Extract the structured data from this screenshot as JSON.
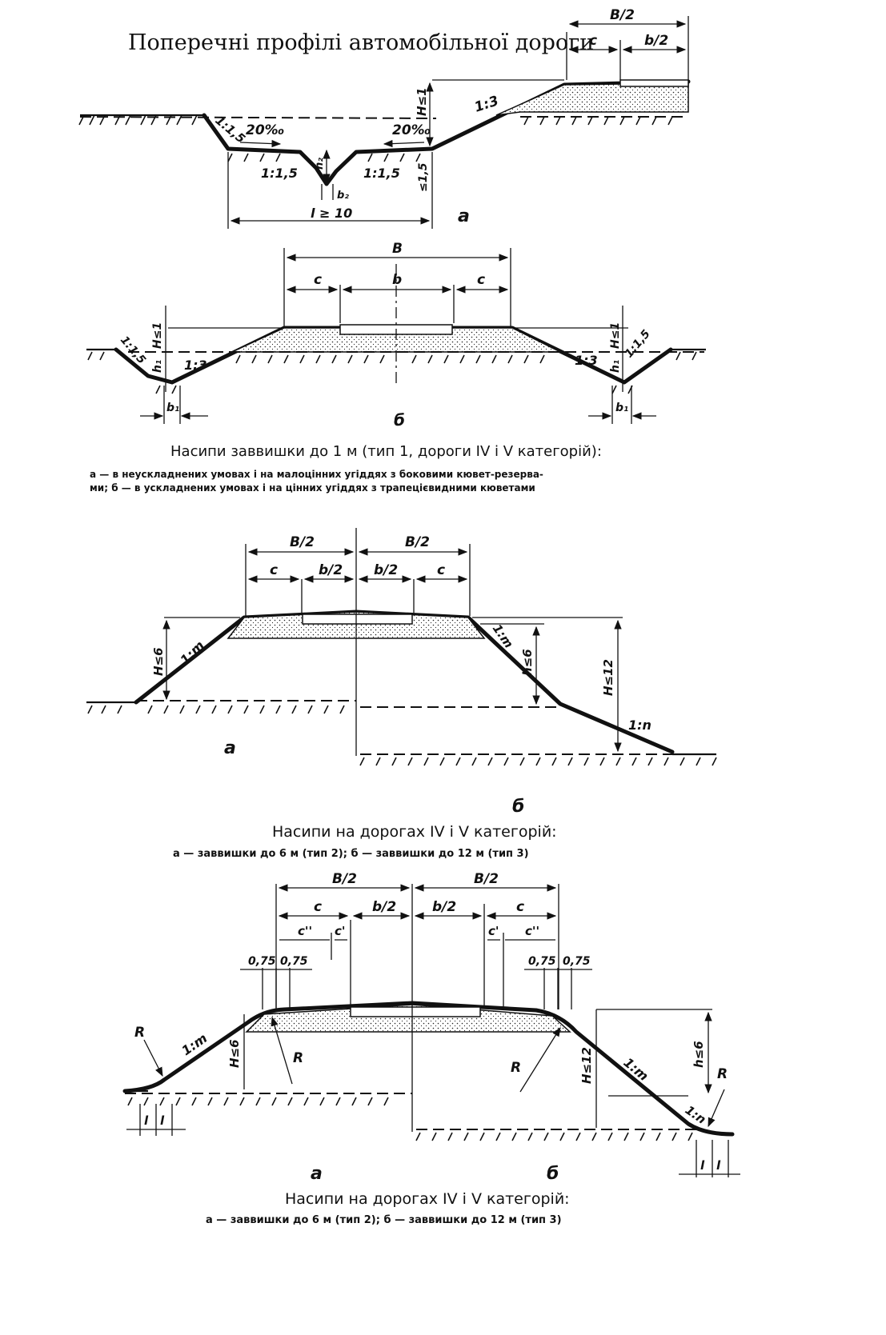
{
  "main_title": "Поперечні профілі автомобільної дороги",
  "fig1": {
    "a_label": "a",
    "b_label": "б",
    "labels": {
      "B_half": "B/2",
      "c": "c",
      "b_half": "b/2",
      "H": "H≤1",
      "slope_1_3": "1:3",
      "slope_1_15": "1:1,5",
      "slope_20": "20‰",
      "h2": "h₂",
      "b2": "b₂",
      "le": "≤1,5",
      "l": "l ≥ 10",
      "B": "B",
      "b": "b",
      "h1": "h₁",
      "b1": "b₁"
    },
    "caption_title": "Насипи заввишки до 1 м (тип 1, дороги IV і V категорій):",
    "caption_line1": "а — в неускладнених умовах і на малоцінних угіддях з боковими кювет-резерва-",
    "caption_line2": "ми; б — в ускладнених умовах і на цінних угіддях з трапецієвидними кюветами"
  },
  "fig2": {
    "a_label": "a",
    "b_label": "б",
    "labels": {
      "B_half": "B/2",
      "c": "c",
      "b_half": "b/2",
      "slope_m": "1:m",
      "slope_n": "1:n",
      "H6": "H≤6",
      "h6": "h≤6",
      "H12": "H≤12"
    },
    "caption_title": "Насипи на дорогах IV і V категорій:",
    "caption_line1": "а — заввишки до 6 м (тип 2); б — заввишки до 12 м (тип 3)"
  },
  "fig3": {
    "a_label": "a",
    "b_label": "б",
    "labels": {
      "B_half": "B/2",
      "c": "c",
      "b_half": "b/2",
      "c2": "c''",
      "c1": "c'",
      "d075": "0,75",
      "R": "R",
      "slope_m": "1:m",
      "slope_n": "1:n",
      "H6": "H≤6",
      "H12": "H≤12",
      "h6": "h≤6",
      "l": "l"
    },
    "caption_title": "Насипи на дорогах IV і V категорій:",
    "caption_line1": "а — заввишки до 6 м (тип 2); б — заввишки до 12 м (тип 3)"
  }
}
